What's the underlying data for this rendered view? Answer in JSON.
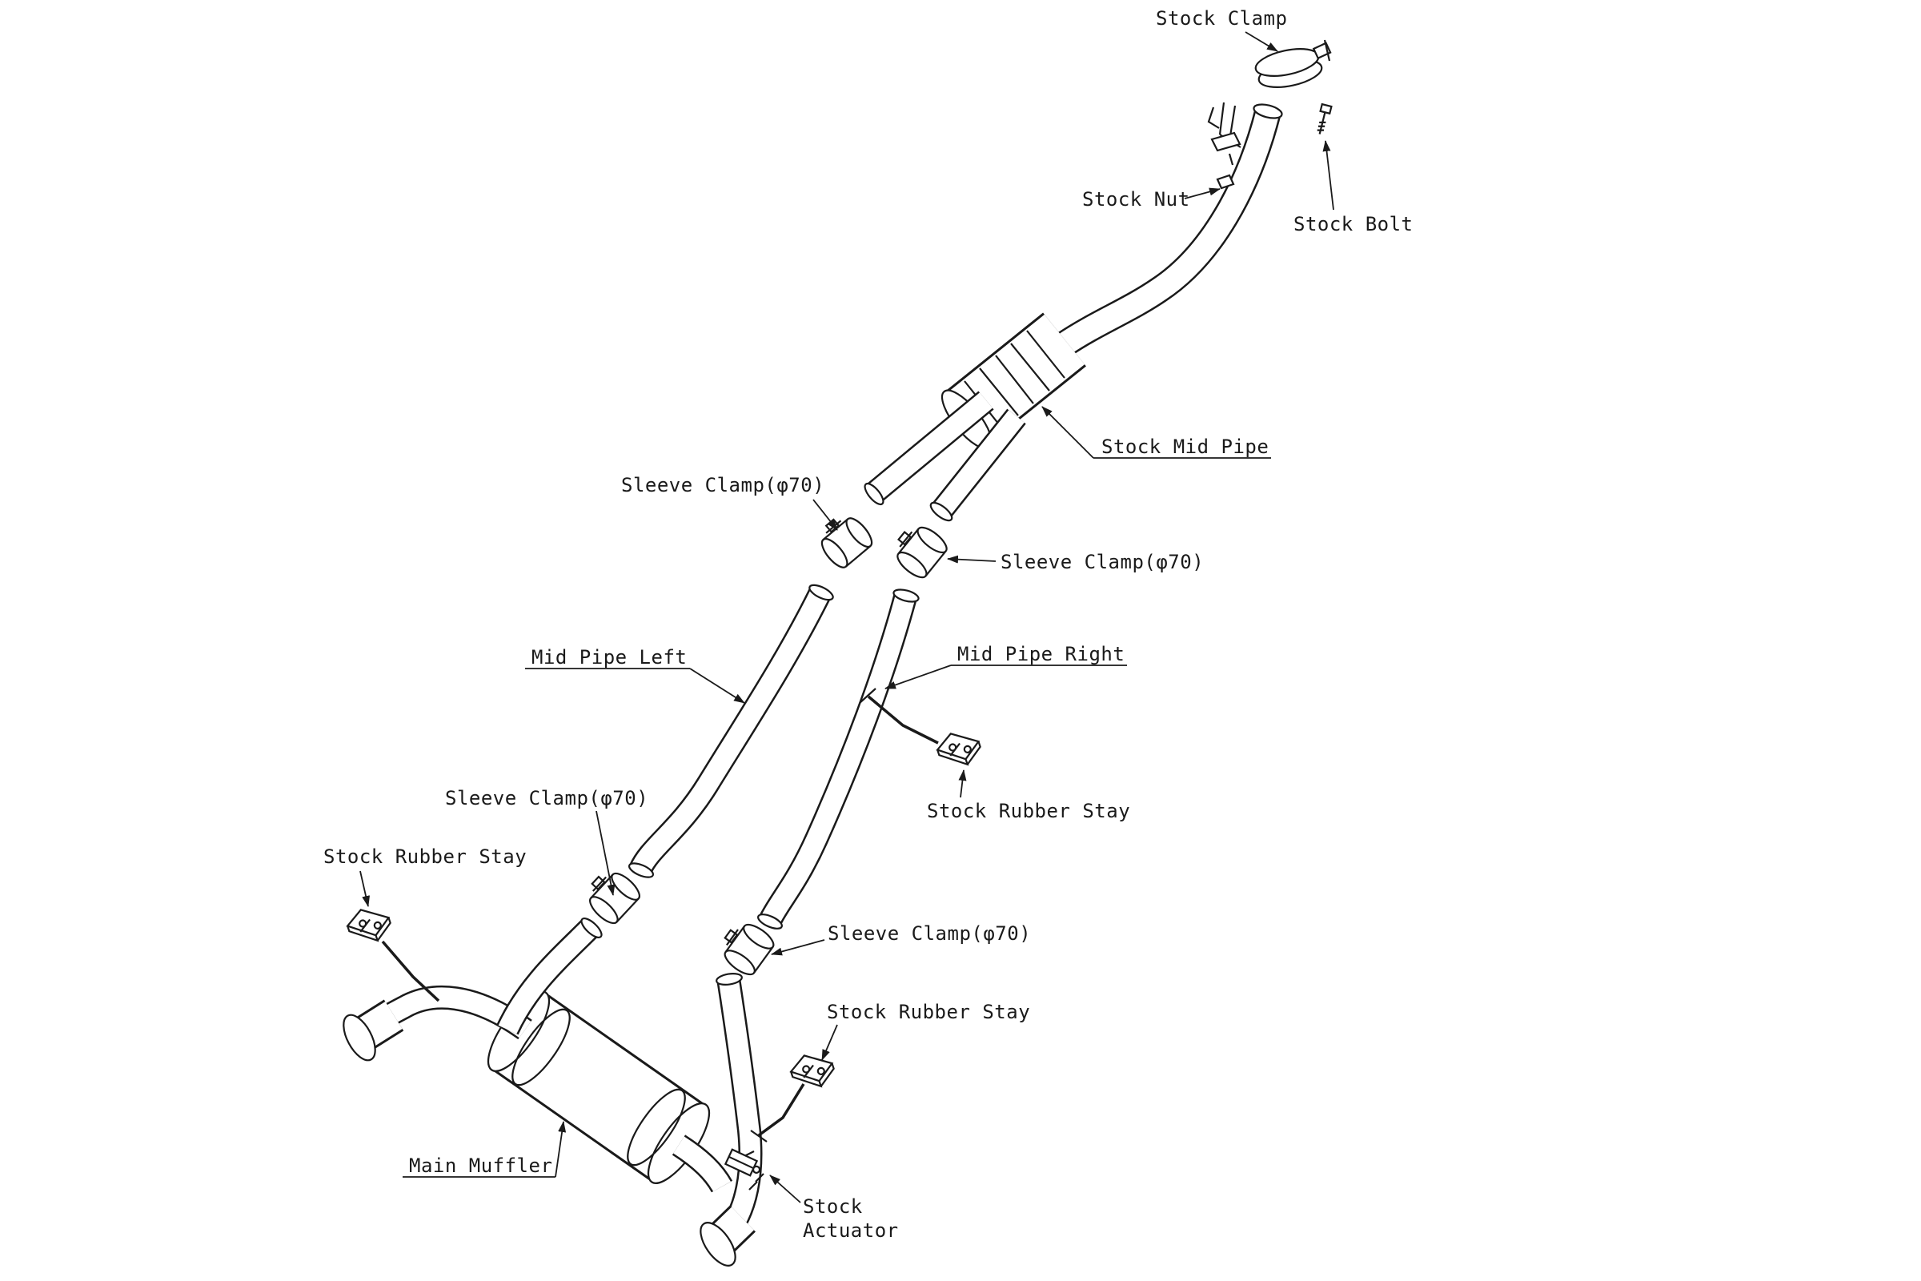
{
  "page": {
    "background": "#ffffff",
    "line_color": "#1a1a1a"
  },
  "labels": {
    "stock_clamp": "Stock Clamp",
    "stock_nut": "Stock Nut",
    "stock_bolt": "Stock Bolt",
    "stock_mid_pipe": "Stock Mid Pipe",
    "sleeve_clamp": "Sleeve Clamp(φ70)",
    "mid_pipe_left": "Mid Pipe Left",
    "mid_pipe_right": "Mid Pipe Right",
    "stock_rubber_stay": "Stock Rubber Stay",
    "main_muffler": "Main Muffler",
    "stock_actuator": "Stock Actuator"
  }
}
